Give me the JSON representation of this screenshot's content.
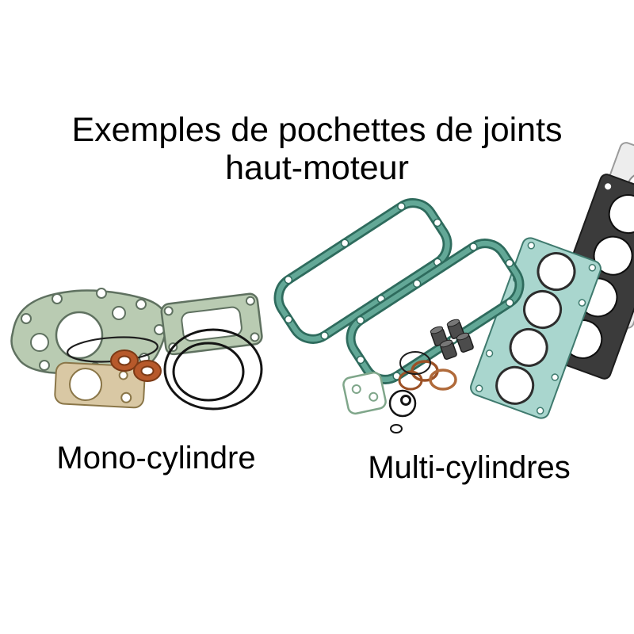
{
  "title": {
    "line1": "Exemples de pochettes de joints",
    "line2": "haut-moteur"
  },
  "labels": {
    "mono": "Mono-cylindre",
    "multi": "Multi-cylindres"
  },
  "colors": {
    "background": "#ffffff",
    "text": "#000000",
    "gasket_green": "#b9cbb2",
    "gasket_green_outline": "#5f7160",
    "gasket_teal_band": "#63a897",
    "gasket_teal_outline": "#2e6b5d",
    "gasket_aqua": "#a9d6ce",
    "gasket_aqua_outline": "#3f7a6e",
    "gasket_dark": "#3b3b3b",
    "copper": "#b7592b",
    "copper_outline": "#7c3a16",
    "tan": "#d9c8a4",
    "tan_outline": "#8a7648",
    "ring_black": "#141414"
  }
}
